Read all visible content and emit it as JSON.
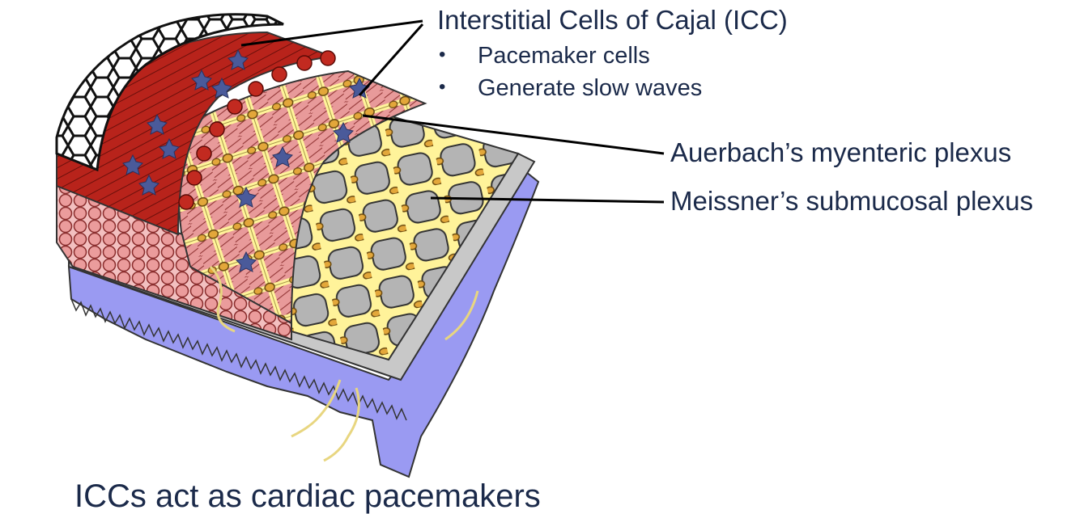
{
  "labels": {
    "icc_title": "Interstitial Cells of Cajal (ICC)",
    "icc_bullets": [
      "Pacemaker cells",
      "Generate slow waves"
    ],
    "auerbach": "Auerbach’s myenteric plexus",
    "meissner": "Meissner’s submucosal plexus"
  },
  "bullet_glyph": "•",
  "bottom_text": "ICCs act as cardiac pacemakers",
  "colors": {
    "text": "#1b2a4a",
    "longitudinal_muscle": "#b8231b",
    "circular_muscle": "#e89a9a",
    "plexus": "#fff39a",
    "ganglia": "#e3a73a",
    "submucosa": "#b4b4b4",
    "mucosa": "#9a9af2",
    "icc_cells": "#4a5a9a"
  }
}
